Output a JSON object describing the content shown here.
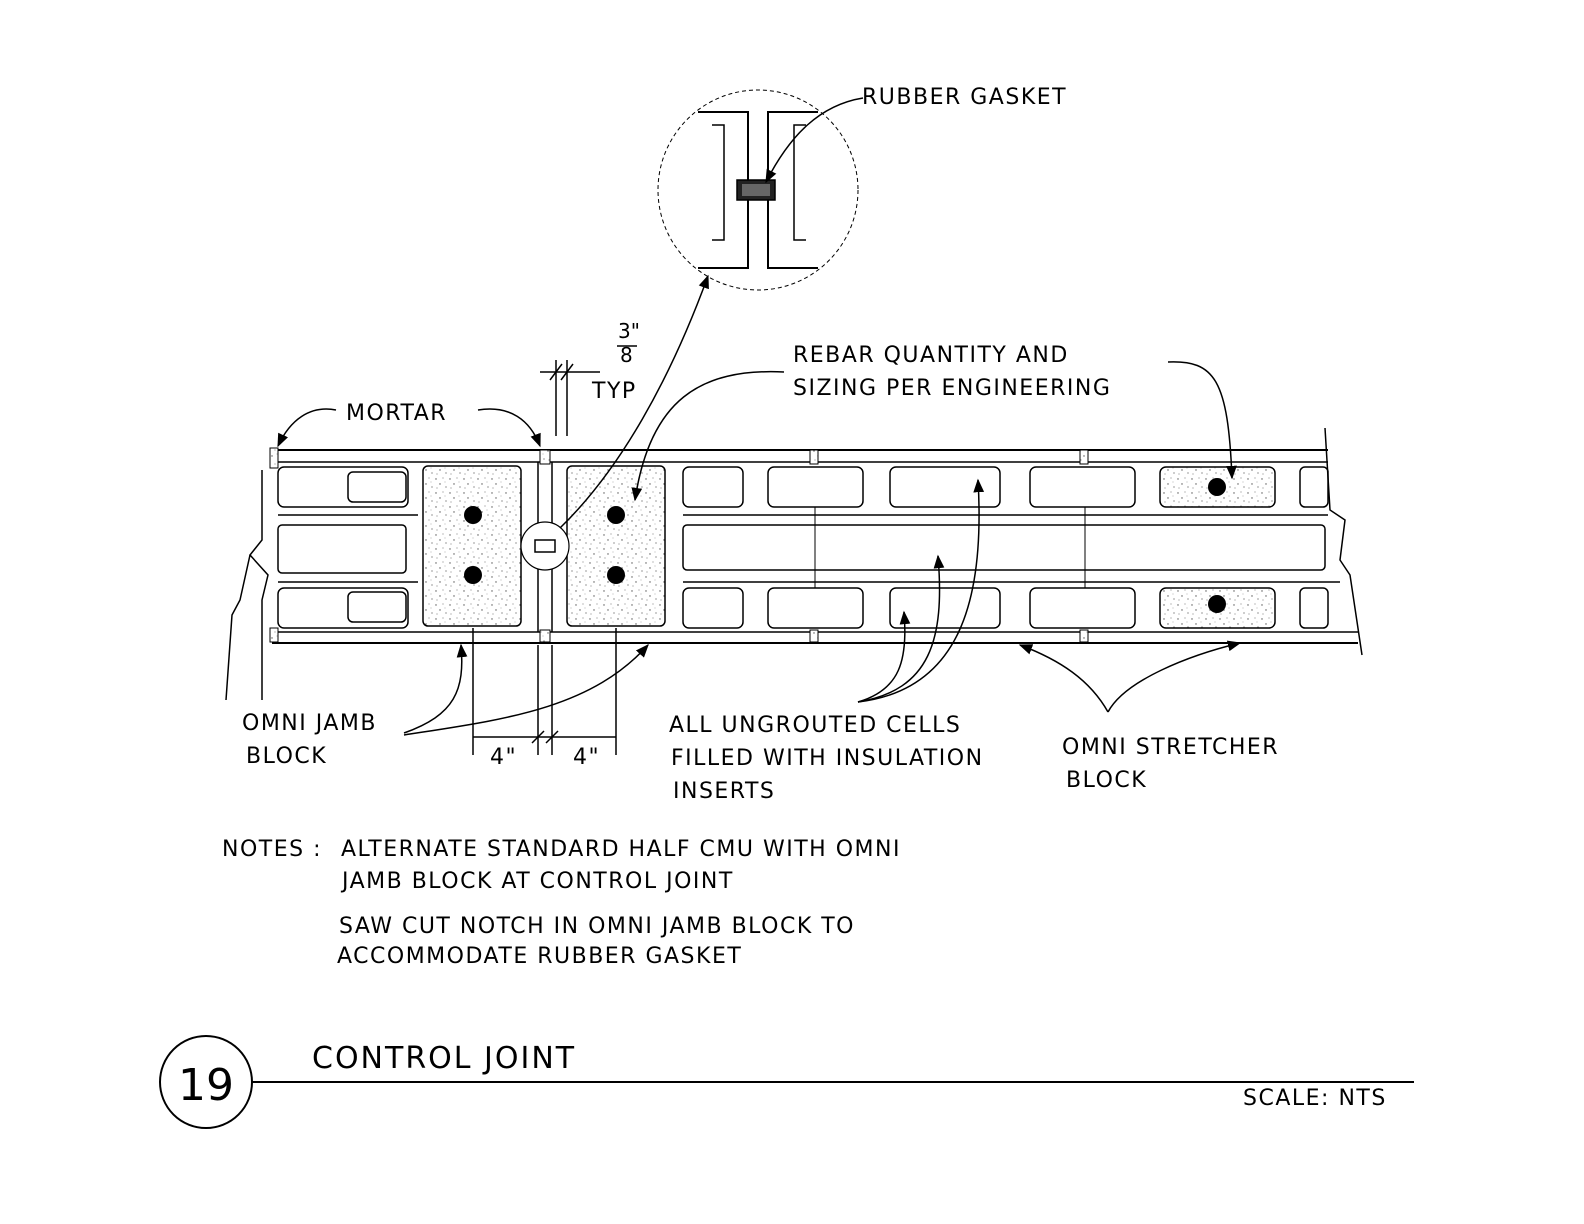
{
  "detail": {
    "number": "19",
    "title": "CONTROL JOINT",
    "scale": "SCALE: NTS"
  },
  "labels": {
    "rubber_gasket": "RUBBER GASKET",
    "mortar": "MORTAR",
    "rebar_line1": "REBAR QUANTITY AND",
    "rebar_line2": "SIZING PER ENGINEERING",
    "jamb_line1": "OMNI JAMB",
    "jamb_line2": "BLOCK",
    "insul_line1": "ALL UNGROUTED CELLS",
    "insul_line2": "FILLED WITH INSULATION",
    "insul_line3": "INSERTS",
    "stretcher_line1": "OMNI STRETCHER",
    "stretcher_line2": "BLOCK"
  },
  "dimensions": {
    "joint_num": "3\"",
    "joint_den": "8",
    "joint_typ": "TYP",
    "left_width": "4\"",
    "right_width": "4\""
  },
  "notes": {
    "prefix": "NOTES :",
    "note1_line1": "ALTERNATE STANDARD HALF CMU WITH OMNI",
    "note1_line2": "JAMB BLOCK AT CONTROL JOINT",
    "note2_line1": "SAW CUT NOTCH IN OMNI JAMB BLOCK TO",
    "note2_line2": "ACCOMMODATE RUBBER GASKET"
  }
}
